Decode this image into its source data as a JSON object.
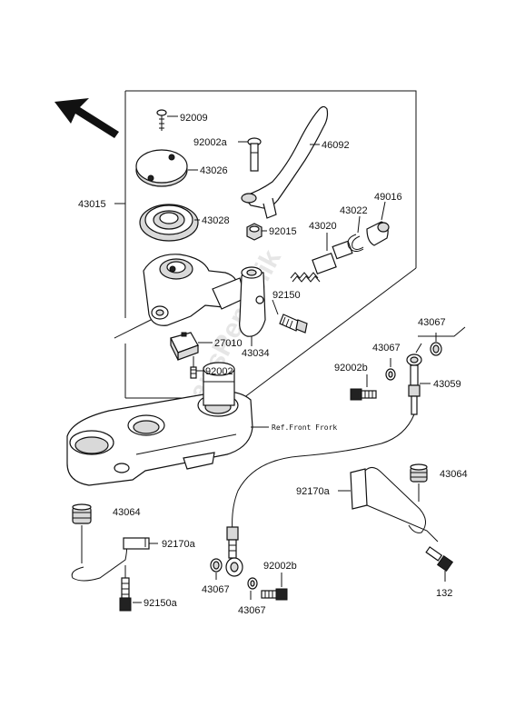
{
  "labels": {
    "p92009": "92009",
    "p92002a": "92002a",
    "p46092": "46092",
    "p43026": "43026",
    "p43015": "43015",
    "p43028": "43028",
    "p49016": "49016",
    "p43022": "43022",
    "p43020": "43020",
    "p92015": "92015",
    "p92150": "92150",
    "p27010": "27010",
    "p43034": "43034",
    "p92002": "92002",
    "p43067_top": "43067",
    "p43067_mid": "43067",
    "p92002b_top": "92002b",
    "p43059": "43059",
    "ref_front_fork": "Ref.Front Frork",
    "p43064_right": "43064",
    "p92170a_right": "92170a",
    "p132": "132",
    "p43064_left": "43064",
    "p92170a_left": "92170a",
    "p92150a": "92150a",
    "p43067_bl": "43067",
    "p92002b_bot": "92002b",
    "p43067_bot": "43067"
  },
  "watermark": "PartsRepublik",
  "icons": {
    "direction_arrow": "front-direction-arrow-icon"
  }
}
